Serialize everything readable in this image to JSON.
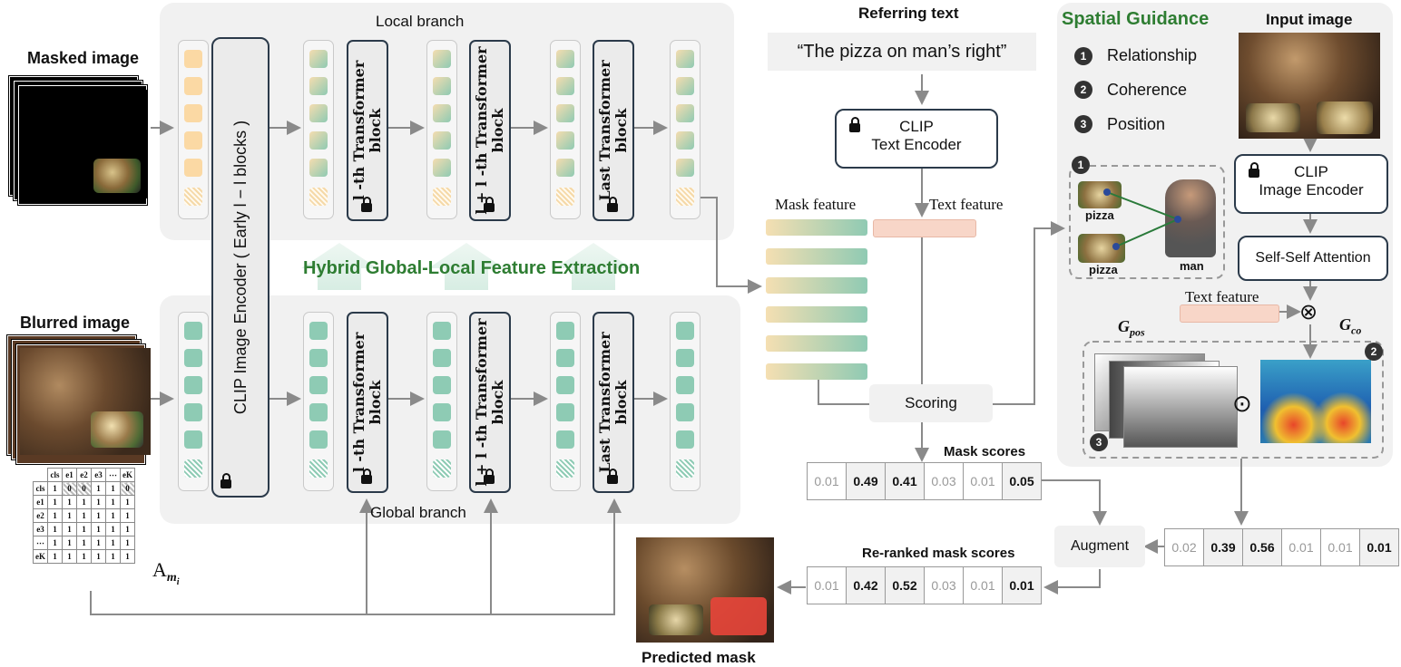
{
  "labels": {
    "local_branch": "Local branch",
    "global_branch": "Global branch",
    "masked_image": "Masked image",
    "blurred_image": "Blurred image",
    "clip_image_encoder_early": "CLIP Image Encoder ( Early l − l blocks )",
    "hybrid": "Hybrid Global-Local Feature Extraction",
    "referring_text": "Referring text",
    "query": "“The pizza on man’s right”",
    "clip_text_encoder_1": "CLIP",
    "clip_text_encoder_2": "Text Encoder",
    "mask_feature": "Mask feature",
    "text_feature": "Text feature",
    "text_feature_2": "Text feature",
    "scoring": "Scoring",
    "mask_scores": "Mask scores",
    "reranked": "Re-ranked mask scores",
    "augment": "Augment",
    "predicted_mask": "Predicted mask",
    "spatial_guidance": "Spatial Guidance",
    "input_image": "Input image",
    "clip_image_encoder_1": "CLIP",
    "clip_image_encoder_2": "Image Encoder",
    "self_attention": "Self-Self Attention",
    "g_pos": "G",
    "g_pos_sub": "pos",
    "g_co": "G",
    "g_co_sub": "co",
    "pizza_1": "pizza",
    "pizza_2": "pizza",
    "man": "man",
    "a_mi": "A",
    "a_mi_sub": "m",
    "a_mi_subsub": "i"
  },
  "transformer_blocks": [
    {
      "id": "l",
      "line1": "l -th Transformer",
      "line2": "block"
    },
    {
      "id": "l1",
      "line1": "l + l -th Transformer",
      "line2": "block"
    },
    {
      "id": "last",
      "line1": "Last  Transformer",
      "line2": "block"
    }
  ],
  "guidance_items": [
    {
      "num": "1",
      "label": "Relationship"
    },
    {
      "num": "2",
      "label": "Coherence"
    },
    {
      "num": "3",
      "label": "Position"
    }
  ],
  "badges": {
    "one": "1",
    "two": "2",
    "three": "3"
  },
  "odot": "⊙",
  "otimes": "⊗",
  "mask_scores": [
    "0.01",
    "0.49",
    "0.41",
    "0.03",
    "0.01",
    "0.05"
  ],
  "mask_scores_style": [
    "dim",
    "hi",
    "hi",
    "dim",
    "dim",
    "hi"
  ],
  "guidance_scores": [
    "0.02",
    "0.39",
    "0.56",
    "0.01",
    "0.01",
    "0.01"
  ],
  "guidance_scores_style": [
    "dim",
    "hi",
    "hi",
    "dim",
    "dim",
    "hi"
  ],
  "reranked_scores": [
    "0.01",
    "0.42",
    "0.52",
    "0.03",
    "0.01",
    "0.01"
  ],
  "reranked_scores_style": [
    "dim",
    "hi",
    "hi",
    "dim",
    "dim",
    "hi"
  ],
  "attention_matrix": {
    "header": [
      "",
      "cls",
      "e1",
      "e2",
      "e3",
      "⋯",
      "eK"
    ],
    "rows": [
      [
        "cls",
        "1",
        "0",
        "0",
        "1",
        "1",
        "0"
      ],
      [
        "e1",
        "1",
        "1",
        "1",
        "1",
        "1",
        "1"
      ],
      [
        "e2",
        "1",
        "1",
        "1",
        "1",
        "1",
        "1"
      ],
      [
        "e3",
        "1",
        "1",
        "1",
        "1",
        "1",
        "1"
      ],
      [
        "⋯",
        "1",
        "1",
        "1",
        "1",
        "1",
        "1"
      ],
      [
        "eK",
        "1",
        "1",
        "1",
        "1",
        "1",
        "1"
      ]
    ]
  },
  "colors": {
    "green_title": "#2e7d32",
    "panel": "#f1f1f1",
    "dark_border": "#2b3a4a",
    "text_feature": "#f8d6c8"
  }
}
